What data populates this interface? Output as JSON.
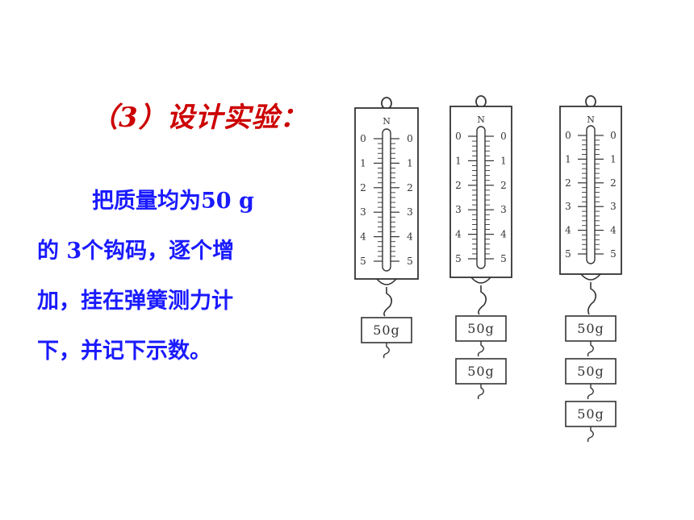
{
  "heading": "（3）设计实验：",
  "instructions": [
    "把质量均为50 g",
    "的 3个钩码，逐个增",
    "加，挂在弹簧测力计",
    "下，并记下示数。"
  ],
  "meter": {
    "unit": "N",
    "scale_labels": [
      "0",
      "1",
      "2",
      "3",
      "4",
      "5"
    ]
  },
  "weight_label": "50g",
  "setups": [
    {
      "weights": 1
    },
    {
      "weights": 2
    },
    {
      "weights": 3
    }
  ],
  "colors": {
    "heading": "#cc0000",
    "text": "#1a1aff",
    "line": "#333333"
  }
}
